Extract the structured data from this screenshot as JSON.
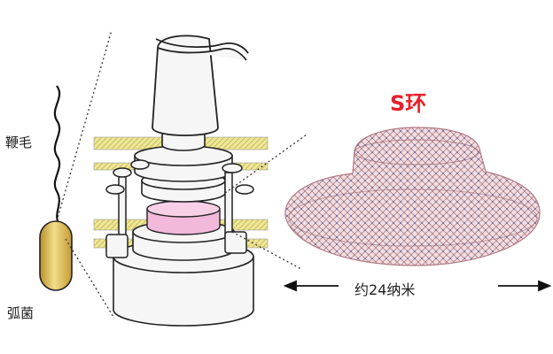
{
  "labels": {
    "flagellum": "鞭毛",
    "vibrio": "弧菌",
    "s_ring": "S环",
    "size": "约24纳米"
  },
  "colors": {
    "s_ring_title": "#e8202a",
    "bacterium_fill": "#d8b54a",
    "membrane": "#e6dc6a",
    "ring_highlight": "#f2b9da",
    "protein_mesh": "#b07a86"
  }
}
